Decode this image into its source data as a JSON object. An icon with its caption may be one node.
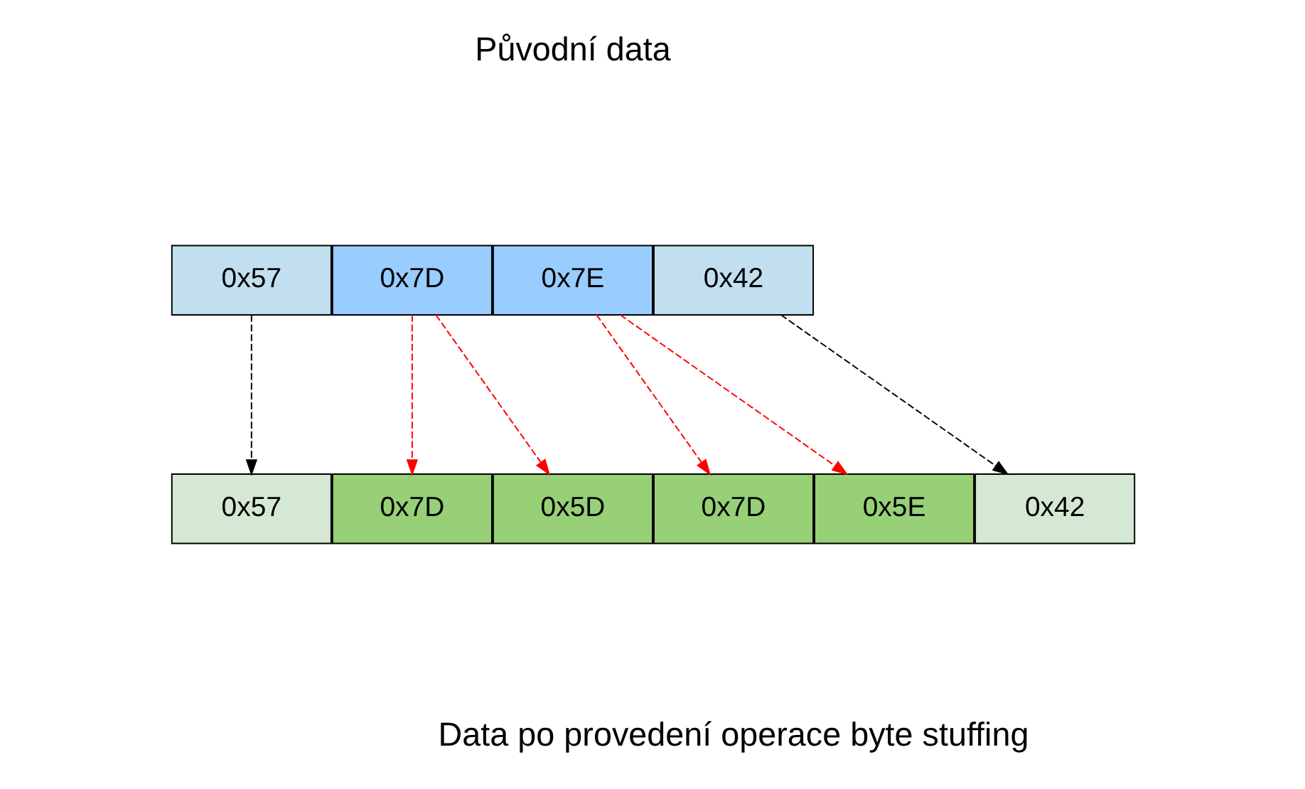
{
  "diagram": {
    "nodes": [
      {
        "text": [
          "0x57"
        ]
      },
      {
        "text": [
          "0x7D"
        ]
      },
      {
        "text": [
          "0x7E"
        ]
      },
      {
        "text": [
          "0x42"
        ]
      },
      {
        "text": [
          "0x57"
        ]
      },
      {
        "text": [
          "0x7D"
        ]
      },
      {
        "text": [
          "0x5D"
        ]
      },
      {
        "text": [
          "0x7D"
        ]
      },
      {
        "text": [
          "0x5E"
        ]
      },
      {
        "text": [
          "0x42"
        ]
      }
    ],
    "edges": [
      {
        "from": 0,
        "to": 4,
        "arrow": "to",
        "style": "dashed",
        "color": "#000000"
      },
      {
        "from": 1,
        "to": 5,
        "arrow": "to",
        "style": "dashed"
      },
      {
        "from": 1,
        "to": 6,
        "arrow": "to",
        "style": "dashed"
      },
      {
        "from": 2,
        "to": 7,
        "arrow": "to",
        "style": "dashed"
      },
      {
        "from": 2,
        "to": 8,
        "arrow": "to",
        "style": "dashed"
      },
      {
        "from": 3,
        "to": 9,
        "arrow": "to",
        "style": "dashed",
        "color": "#000000"
      }
    ],
    "labels": [
      "Původní data",
      "Data po provedení operace byte stuffing"
    ]
  }
}
